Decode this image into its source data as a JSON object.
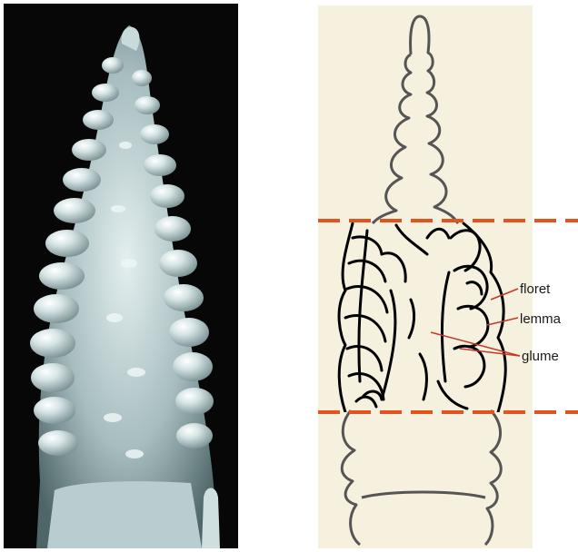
{
  "figure": {
    "labels": {
      "floret": "floret",
      "lemma": "lemma",
      "glume": "glume"
    },
    "colors": {
      "photo_background": "#070707",
      "tissue": "#9fb6b8",
      "diagram_background": "#f6f0de",
      "outline": "#555555",
      "detail_stroke": "#000000",
      "dashed_line": "#e2531f",
      "pointer_line": "#c0392b"
    }
  }
}
